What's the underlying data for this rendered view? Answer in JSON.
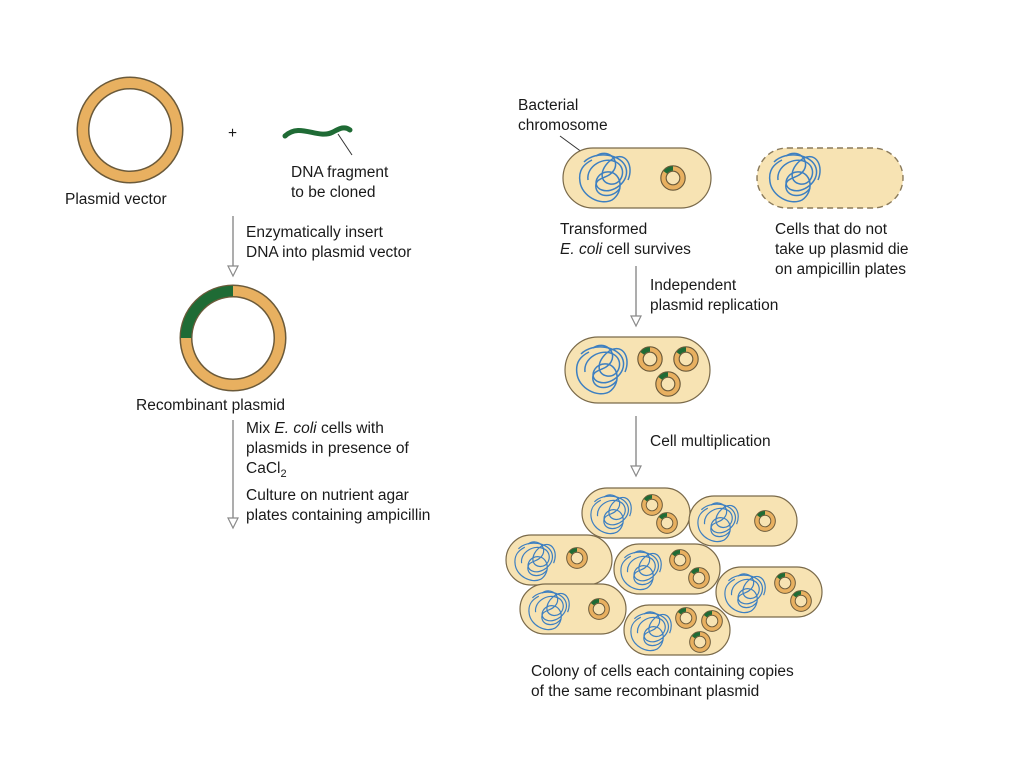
{
  "colors": {
    "plasmid_ring": "#e8b060",
    "plasmid_stroke": "#6b5a3a",
    "insert_dna": "#1f6b35",
    "cell_fill": "#f7e3b3",
    "chromosome": "#3d7fc1"
  },
  "left": {
    "plus": "+",
    "plasmid_vector": "Plasmid vector",
    "dna_fragment": [
      "DNA fragment",
      "to be cloned"
    ],
    "step_insert": [
      "Enzymatically insert",
      "DNA into plasmid vector"
    ],
    "recombinant": "Recombinant plasmid",
    "step_mix": {
      "line1_pre": "Mix ",
      "line1_italic": "E. coli",
      "line1_post": " cells with",
      "line2": "plasmids in presence of",
      "line3_base": "CaCl",
      "line3_sub": "2"
    },
    "step_culture": [
      "Culture on nutrient agar",
      "plates containing ampicillin"
    ]
  },
  "right": {
    "chromosome_label": [
      "Bacterial",
      "chromosome"
    ],
    "transformed": {
      "line1": "Transformed",
      "line2_italic": "E. coli",
      "line2_post": " cell survives"
    },
    "dead_cells": [
      "Cells that do not",
      "take up plasmid die",
      "on ampicillin plates"
    ],
    "step_replication": [
      "Independent",
      "plasmid replication"
    ],
    "step_multiplication": "Cell multiplication",
    "colony": [
      "Colony of cells each containing copies",
      "of the same recombinant plasmid"
    ]
  }
}
